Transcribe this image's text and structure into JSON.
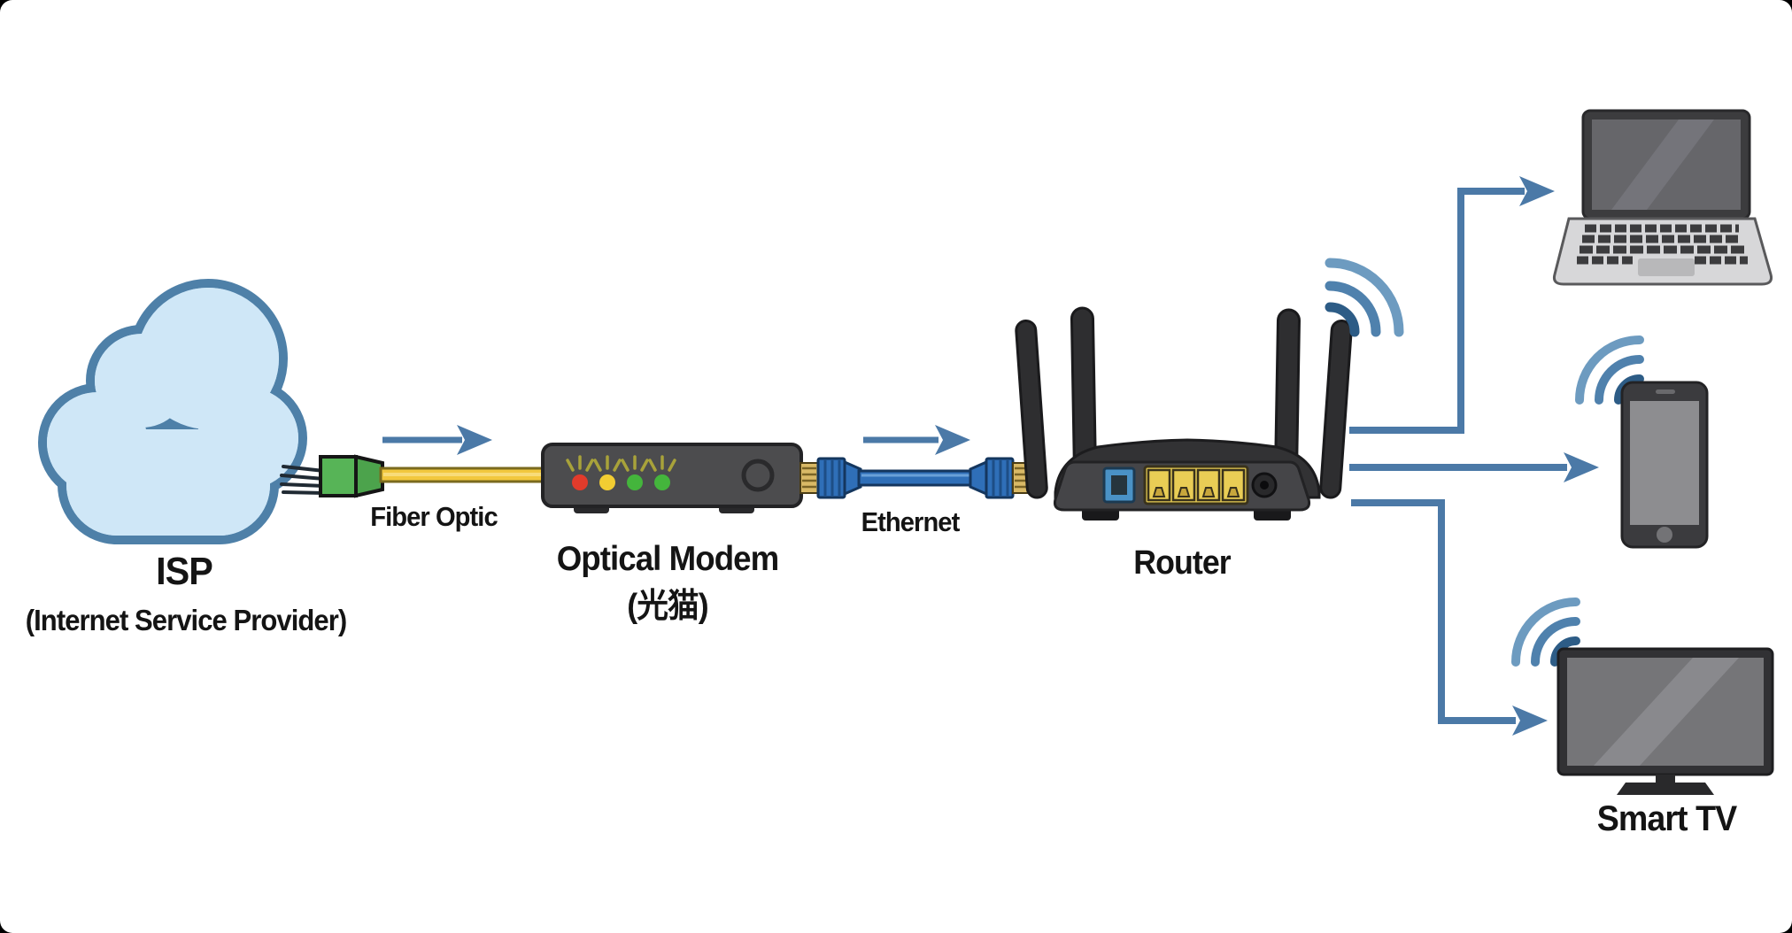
{
  "diagram": {
    "description": "Home internet connection flow from ISP through optical modem and router to wireless devices",
    "colors": {
      "arrow_blue": "#4b79a7",
      "cloud_fill": "#cfe7f7",
      "cloud_stroke": "#4e80a8",
      "fiber_cable_yellow": "#f2c83e",
      "fiber_connector_green": "#57b457",
      "ethernet_cable_blue": "#2f6fb8",
      "device_dark_gray": "#3b3b3e",
      "led_red": "#e23b2b",
      "led_yellow": "#f2cd32",
      "led_green": "#44b53c",
      "lan_port_yellow": "#e9cd55",
      "wan_port_blue": "#4a92c6"
    },
    "nodes": {
      "isp": {
        "title": "ISP",
        "subtitle": "(Internet Service Provider)",
        "icon": "cloud"
      },
      "optical_modem": {
        "title": "Optical Modem",
        "subtitle": "(光猫)",
        "leds": [
          "red",
          "yellow",
          "green",
          "green"
        ]
      },
      "router": {
        "title": "Router",
        "antennas": 4,
        "wan_ports": 1,
        "lan_ports": 4
      },
      "laptop": {
        "icon": "laptop",
        "connection": "wifi"
      },
      "smartphone": {
        "icon": "smartphone",
        "connection": "wifi"
      },
      "smart_tv": {
        "title": "Smart TV",
        "icon": "tv",
        "connection": "wifi"
      }
    },
    "links": {
      "fiber_optic": {
        "label": "Fiber Optic",
        "from": "isp",
        "to": "optical_modem"
      },
      "ethernet": {
        "label": "Ethernet",
        "from": "optical_modem",
        "to": "router"
      },
      "wifi_laptop": {
        "from": "router",
        "to": "laptop"
      },
      "wifi_smartphone": {
        "from": "router",
        "to": "smartphone"
      },
      "wifi_smart_tv": {
        "from": "router",
        "to": "smart_tv"
      }
    }
  }
}
